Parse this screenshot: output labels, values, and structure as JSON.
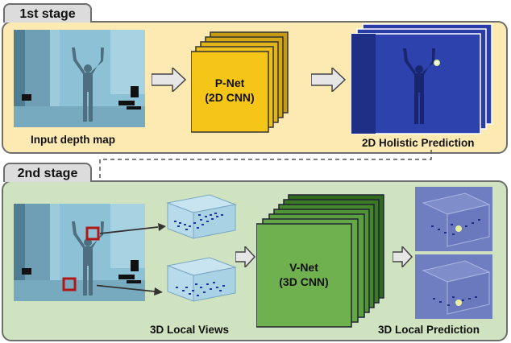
{
  "stage1": {
    "tab_label": "1st stage",
    "input_label": "Input depth map",
    "pnet_line1": "P-Net",
    "pnet_line2": "(2D CNN)",
    "prediction_label": "2D Holistic Prediction"
  },
  "stage2": {
    "tab_label": "2nd stage",
    "local_views_label": "3D Local Views",
    "vnet_line1": "V-Net",
    "vnet_line2": "(3D CNN)",
    "local_prediction_label": "3D Local Prediction"
  },
  "colors": {
    "stage1_bg": "#fdeab3",
    "stage2_bg": "#cfe3c0",
    "pnet_fill": "#f5c518",
    "vnet_fill": "#6fb04f",
    "depth_bg": "#7fb3c8",
    "prediction_bg": "#2d3fa0",
    "roi_box": "#b01818"
  }
}
